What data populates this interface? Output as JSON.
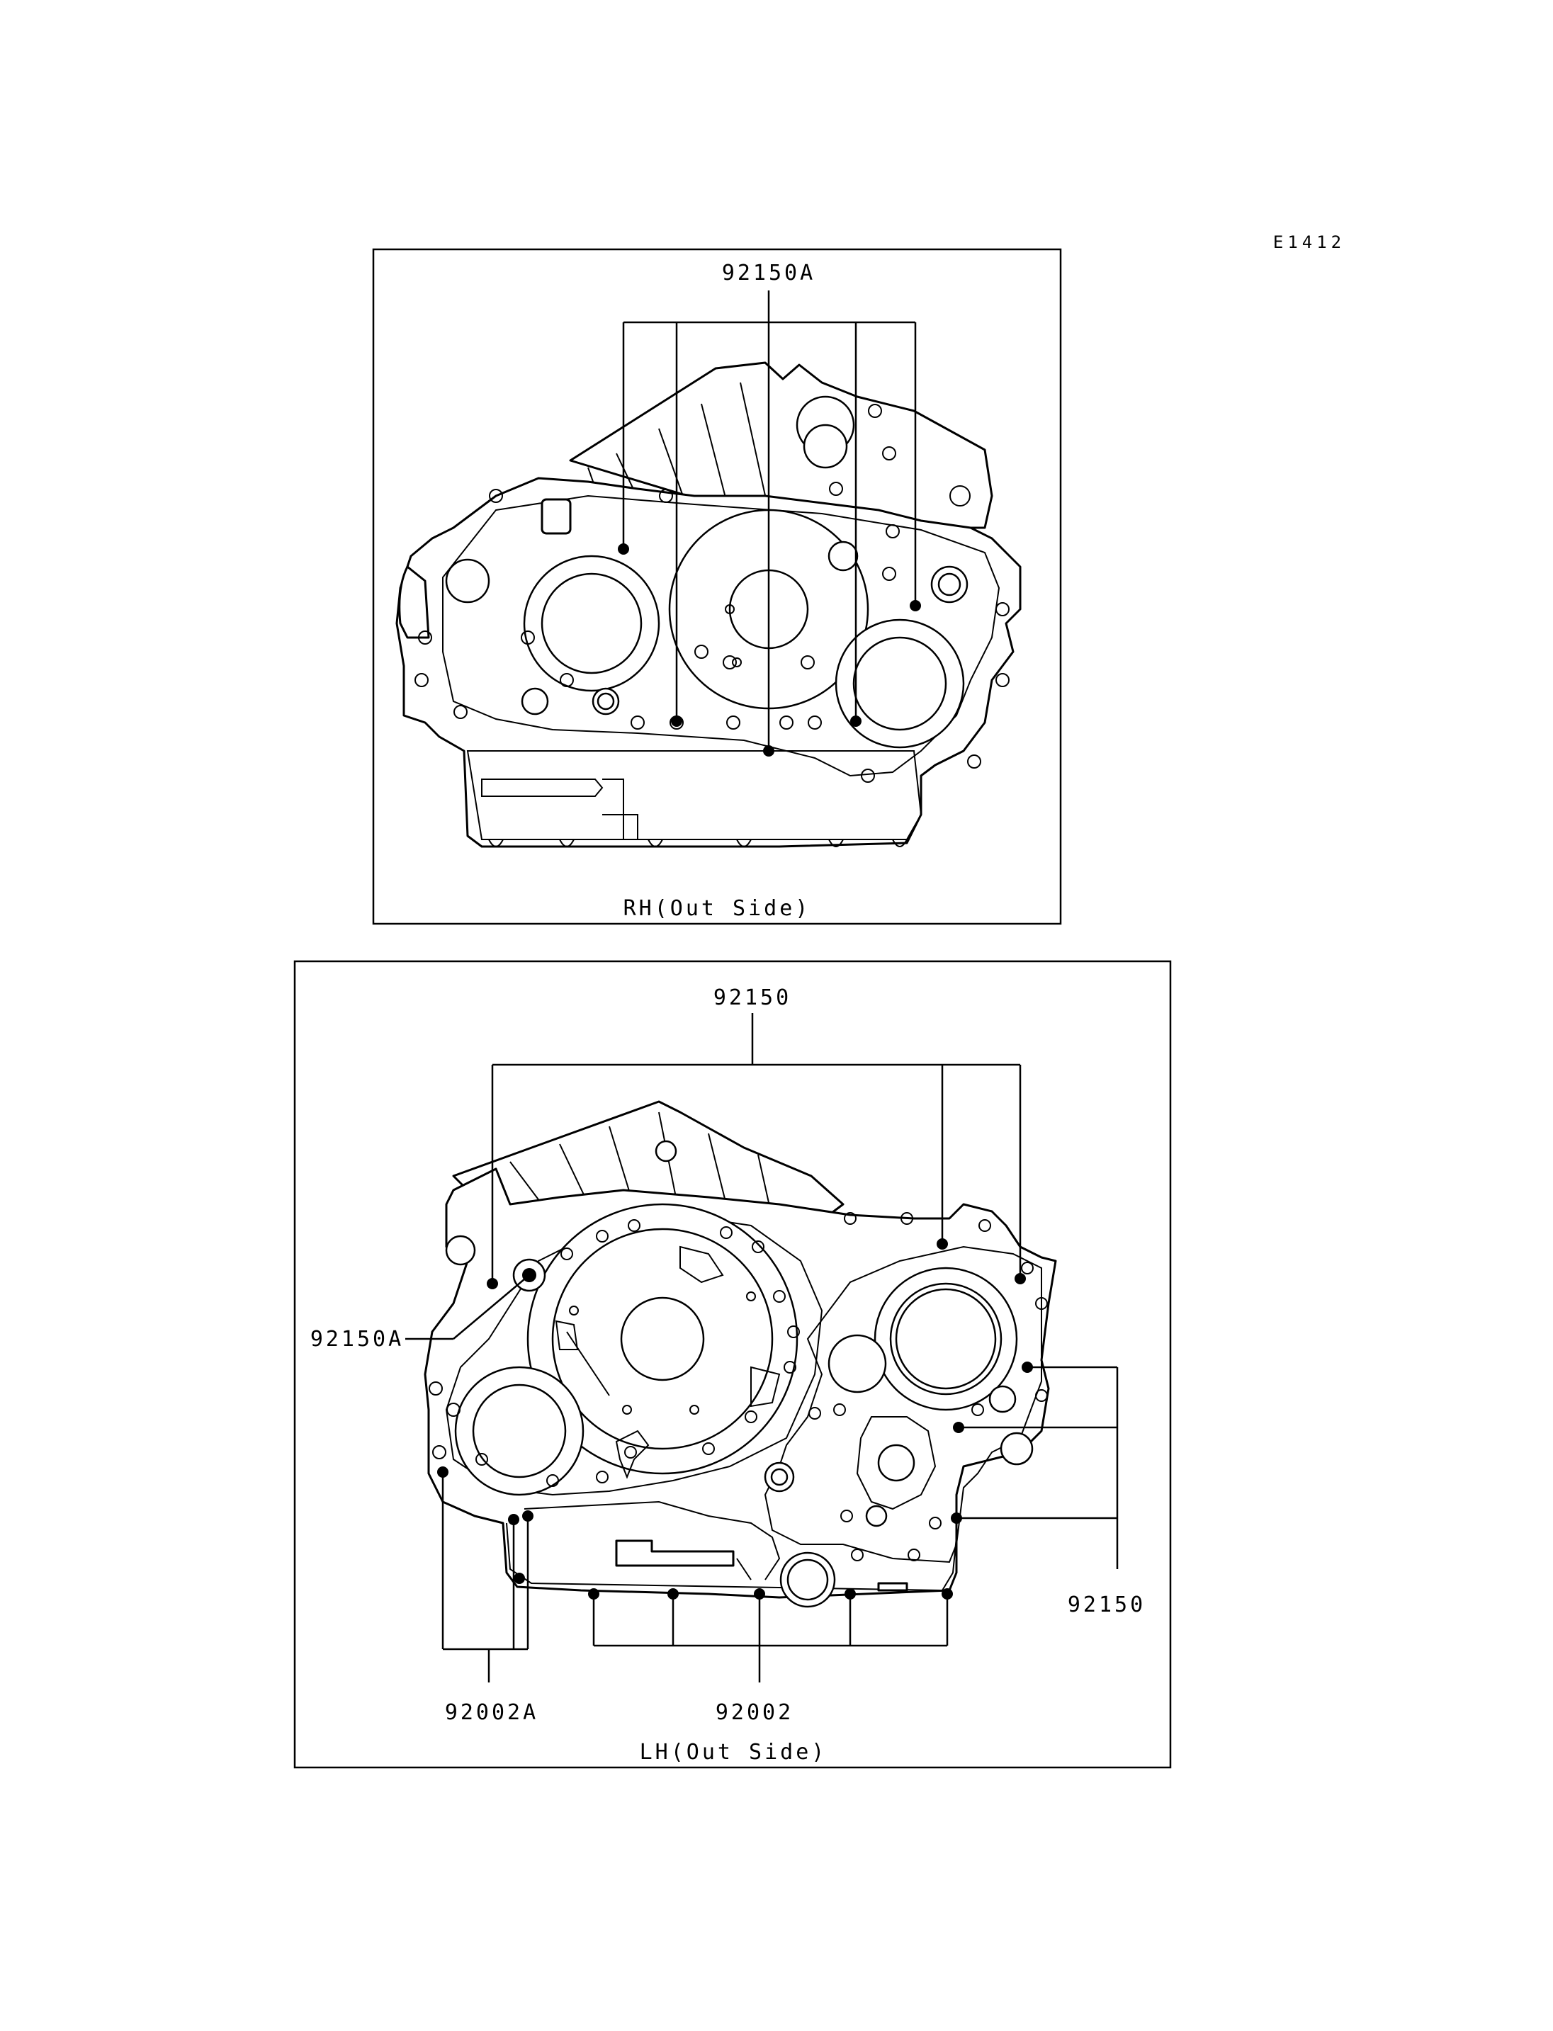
{
  "figure_code": "E1412",
  "panels": {
    "rh": {
      "caption": "RH(Out Side)",
      "callouts": [
        "92150A"
      ]
    },
    "lh": {
      "caption": "LH(Out Side)",
      "callouts": [
        "92150",
        "92150A",
        "92150",
        "92002A",
        "92002"
      ]
    }
  }
}
